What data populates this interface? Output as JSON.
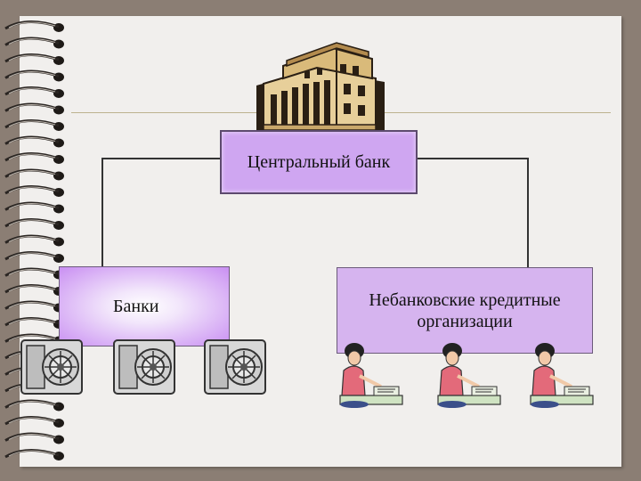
{
  "diagram": {
    "central": {
      "label": "Центральный банк"
    },
    "banks": {
      "label": "Банки"
    },
    "nonbank": {
      "label": "Небанковские кредитные организации"
    }
  },
  "colors": {
    "page_background": "#8b7e74",
    "paper": "#f1efed",
    "box_fill": "#cfa6f1",
    "connector": "#333333"
  },
  "icons": [
    "spiral-binding-icon",
    "bank-building-icon",
    "bank-vault-icon",
    "clerk-at-desk-icon"
  ]
}
